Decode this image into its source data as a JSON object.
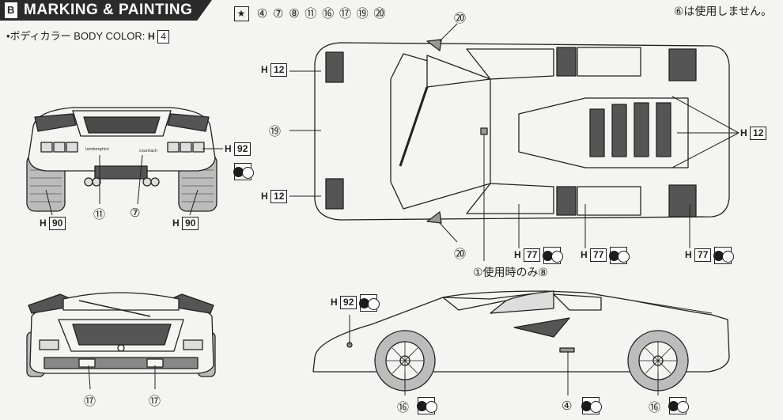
{
  "header": {
    "tag": "B",
    "title": "MARKING & PAINTING",
    "body_color_label": "•ボディカラー BODY COLOR:",
    "body_color_code_prefix": "H",
    "body_color_code": "4",
    "decal_star": "★",
    "decal_numbers": "④ ⑦ ⑧ ⑪ ⑯ ⑰ ⑲ ⑳",
    "note": "⑥は使用しません。"
  },
  "front_view": {
    "h92_prefix": "H",
    "h92_code": "92",
    "h90_left_prefix": "H",
    "h90_left_code": "90",
    "h90_right_prefix": "H",
    "h90_right_code": "90",
    "callout_11": "⑪",
    "callout_7": "⑦",
    "plate_text_left": "lamborghini",
    "plate_text_right": "countach"
  },
  "top_view": {
    "callout_20_top": "⑳",
    "callout_20_bottom": "⑳",
    "callout_19": "⑲",
    "h12_top_prefix": "H",
    "h12_top_code": "12",
    "h12_bottom_prefix": "H",
    "h12_bottom_code": "12",
    "h12_right_prefix": "H",
    "h12_right_code": "12",
    "h77_a_prefix": "H",
    "h77_a_code": "77",
    "h77_b_prefix": "H",
    "h77_b_code": "77",
    "h77_c_prefix": "H",
    "h77_c_code": "77",
    "callout_1_note": "①使用時のみ⑧"
  },
  "rear_view": {
    "callout_17_left": "⑰",
    "callout_17_right": "⑰"
  },
  "side_view": {
    "h92_prefix": "H",
    "h92_code": "92",
    "callout_16_front": "⑯",
    "callout_4": "④",
    "callout_16_rear": "⑯"
  }
}
